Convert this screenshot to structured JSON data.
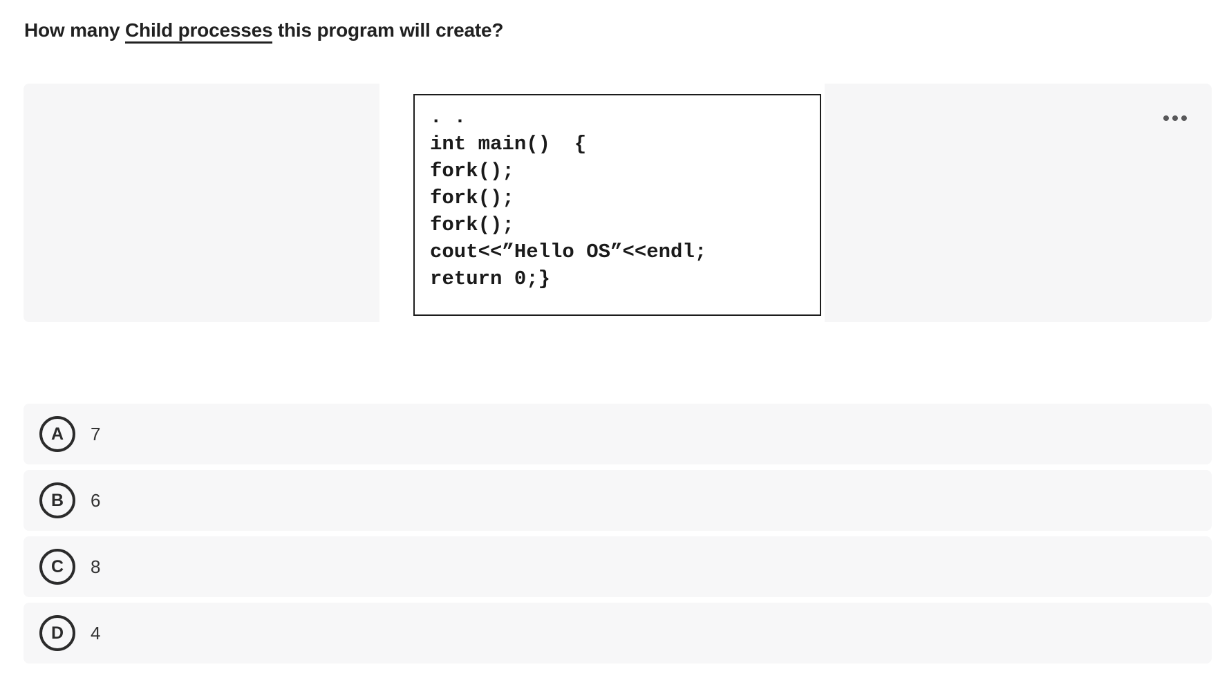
{
  "question": {
    "title_prefix": "How many ",
    "title_term": "Child processes",
    "title_suffix": " this program will create?",
    "code": {
      "lines": [
        ". .",
        "int main()  {",
        "fork();",
        "fork();",
        "fork();",
        "cout<<”Hello OS”<<endl;",
        "return 0;}"
      ]
    }
  },
  "banner": {
    "more_options_icon": "ellipsis"
  },
  "options": {
    "items": [
      {
        "letter": "A",
        "text": "7"
      },
      {
        "letter": "B",
        "text": "6"
      },
      {
        "letter": "C",
        "text": "8"
      },
      {
        "letter": "D",
        "text": "4"
      }
    ]
  },
  "colors": {
    "title_text": "#212121",
    "code_text": "#1a1a1a",
    "code_border": "#1c1c1c",
    "banner_bg": "#f6f6f7",
    "option_row_bg": "#f7f7f8",
    "badge_border": "#2b2b2b",
    "ellipsis_dot": "#58585a"
  }
}
